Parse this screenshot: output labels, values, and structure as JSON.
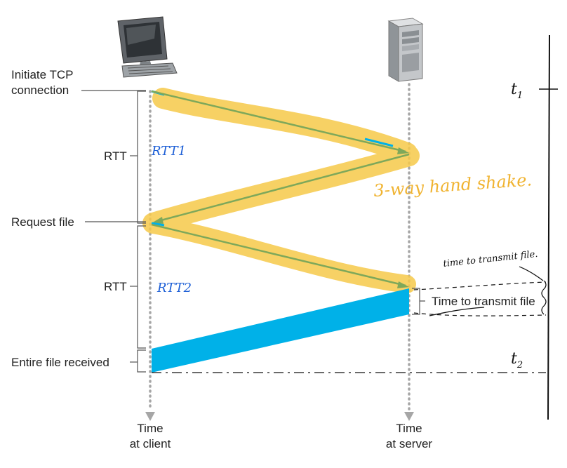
{
  "labels": {
    "initiate_line1": "Initiate TCP",
    "initiate_line2": "connection",
    "rtt_1": "RTT",
    "request_file": "Request file",
    "rtt_2": "RTT",
    "entire_file": "Entire file received",
    "time_transmit": "Time to transmit file",
    "time_client_line1": "Time",
    "time_client_line2": "at client",
    "time_server_line1": "Time",
    "time_server_line2": "at server"
  },
  "annotations": {
    "rtt1_note": "RTT1",
    "rtt2_note": "RTT2",
    "three_way": "3-way hand shake.",
    "transmit_note": "time to transmit file.",
    "t1": "t",
    "t1_sub": "1",
    "t2": "t",
    "t2_sub": "2"
  },
  "icons": {
    "client": "desktop-computer-icon",
    "server": "tower-server-icon"
  },
  "colors": {
    "file_transfer": "#00b1e8",
    "highlight": "#f6c94a",
    "arrow_green": "#7ea85a",
    "timeline_dots": "#a6a6a6",
    "ink_blue": "#1d5fd6",
    "ink_yellow": "#f0b330"
  }
}
